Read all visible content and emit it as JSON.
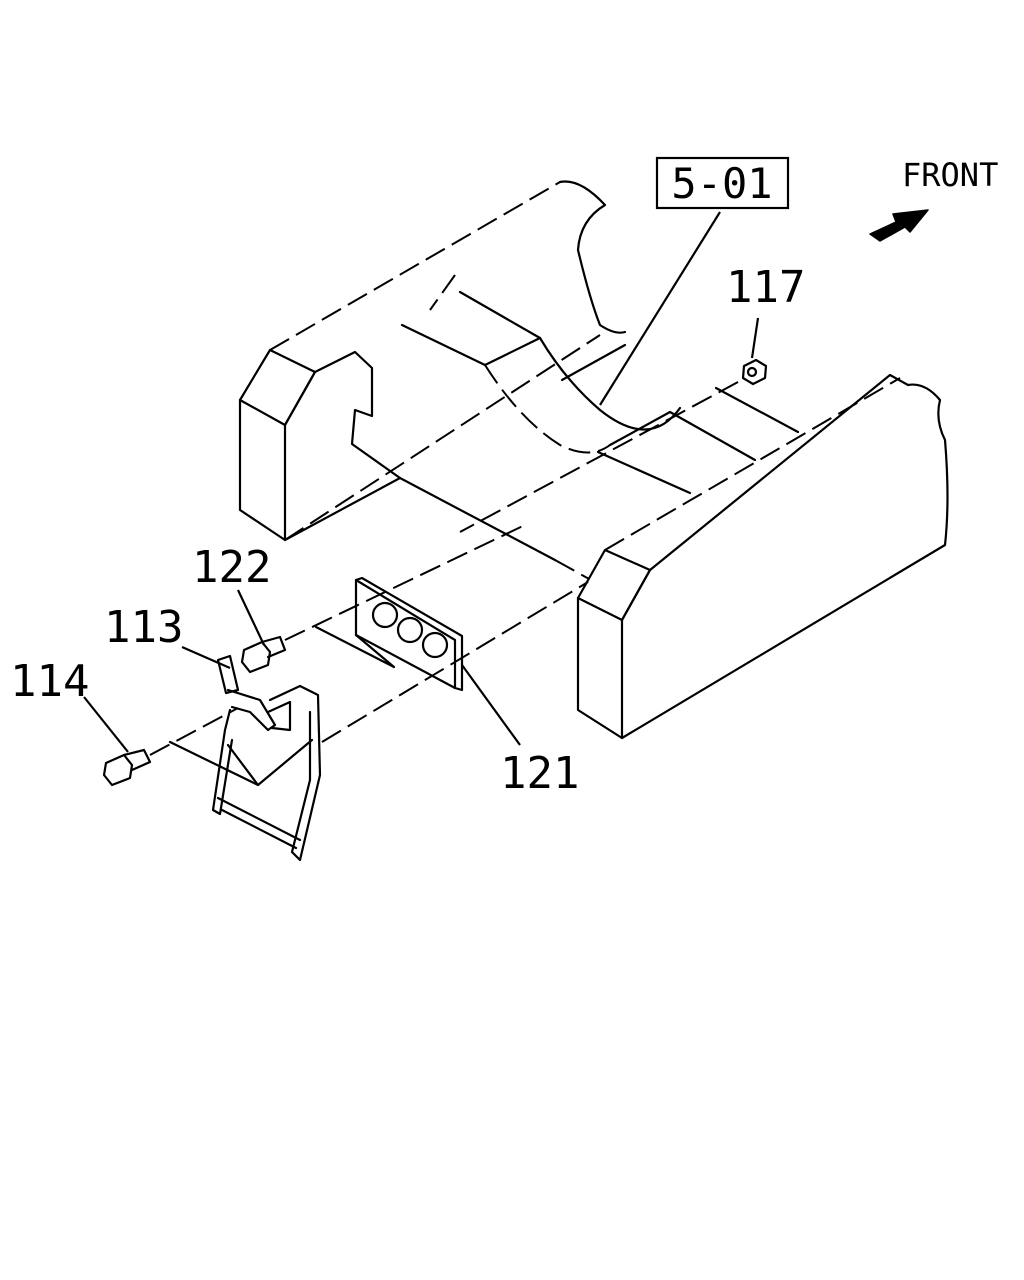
{
  "reference": {
    "label": "5-01"
  },
  "direction": {
    "label": "FRONT",
    "icon": "arrow-right-icon"
  },
  "parts": [
    {
      "id": "p117",
      "label": "117"
    },
    {
      "id": "p122",
      "label": "122"
    },
    {
      "id": "p113",
      "label": "113"
    },
    {
      "id": "p114",
      "label": "114"
    },
    {
      "id": "p121",
      "label": "121"
    }
  ]
}
